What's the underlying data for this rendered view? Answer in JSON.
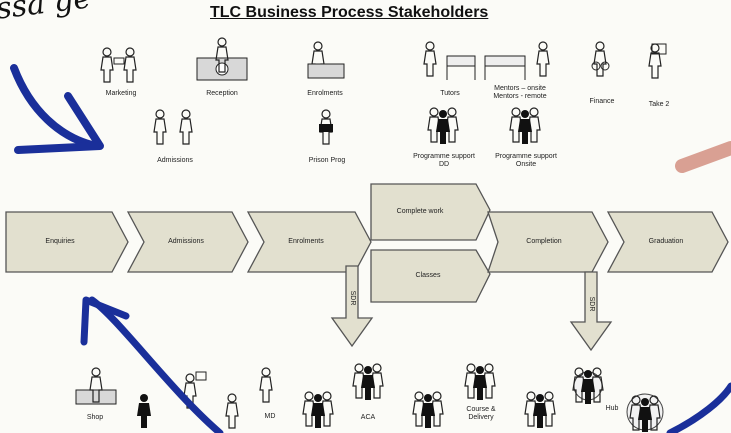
{
  "title": "TLC Business Process Stakeholders",
  "handwritten_text": "ssa ge",
  "stakeholders_top": {
    "marketing": "Marketing",
    "reception": "Reception",
    "enrolments": "Enrolments",
    "tutors": "Tutors",
    "mentors": "Mentors – onsite\nMentors - remote",
    "finance": "Finance",
    "take2": "Take 2",
    "admissions": "Admissions",
    "prison_prog": "Prison Prog",
    "prog_support_dd": "Programme support\nDD",
    "prog_support_onsite": "Programme support\nOnsite"
  },
  "process": {
    "enquiries": "Enquiries",
    "admissions": "Admissions",
    "enrolments": "Enrolments",
    "complete_work": "Complete work",
    "classes": "Classes",
    "completion": "Completion",
    "graduation": "Graduation"
  },
  "down_arrows": [
    "SDR",
    "SDR"
  ],
  "stakeholders_bottom": {
    "shop": "Shop",
    "md": "MD",
    "aca": "ACA",
    "course_delivery": "Course &\nDelivery",
    "hub": "Hub"
  },
  "colors": {
    "process_fill": "#e2e0cf",
    "process_stroke": "#555555",
    "annotation_blue": "#1a2f9a",
    "annotation_pink": "#d9a093"
  }
}
